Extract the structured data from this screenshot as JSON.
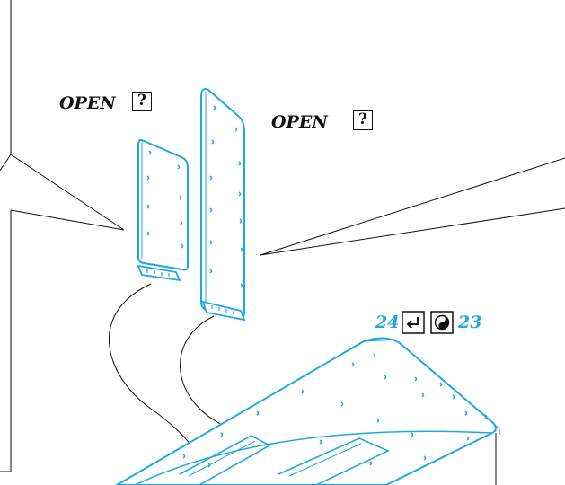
{
  "colors": {
    "accent": "#1fa8e0",
    "line": "#111111"
  },
  "callouts": {
    "left": {
      "text": "OPEN",
      "badge": "?"
    },
    "right": {
      "text": "OPEN",
      "badge": "?"
    }
  },
  "step_ref": {
    "from": "24",
    "to": "23",
    "icons": [
      "return-arrow-icon",
      "rotate-object-icon"
    ]
  }
}
